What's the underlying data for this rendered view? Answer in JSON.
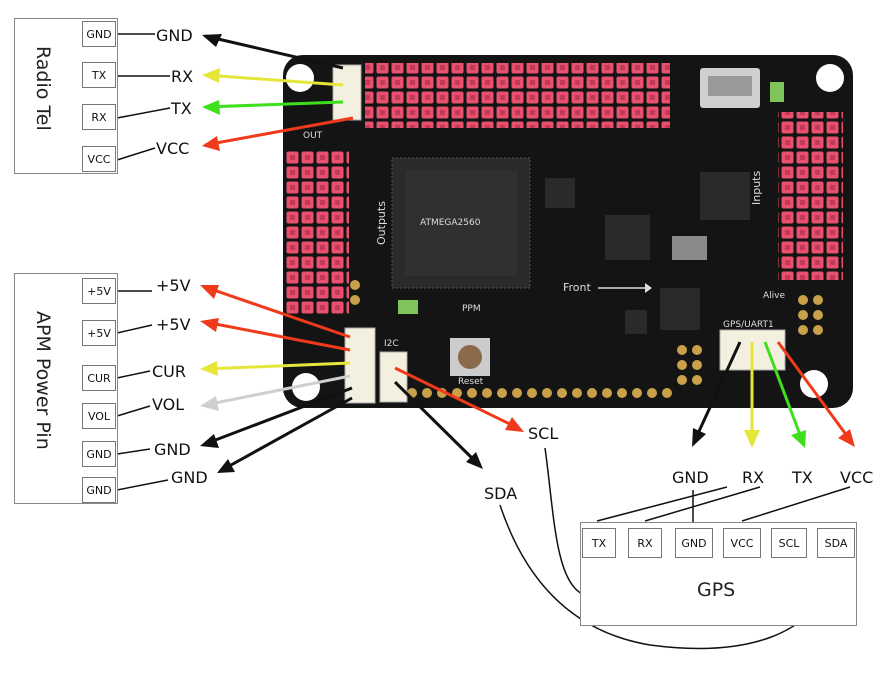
{
  "radio_tel": {
    "title": "Radio Tel",
    "pins": [
      "GND",
      "TX",
      "RX",
      "VCC"
    ],
    "wire_labels": [
      "GND",
      "RX",
      "TX",
      "VCC"
    ]
  },
  "apm_power": {
    "title": "APM Power Pin",
    "pins": [
      "+5V",
      "+5V",
      "CUR",
      "VOL",
      "GND",
      "GND"
    ],
    "wire_labels": [
      "+5V",
      "+5V",
      "CUR",
      "VOL",
      "GND",
      "GND"
    ]
  },
  "gps": {
    "title": "GPS",
    "pins": [
      "TX",
      "RX",
      "GND",
      "VCC",
      "SCL",
      "SDA"
    ],
    "wire_labels": [
      "GND",
      "RX",
      "TX",
      "VCC"
    ]
  },
  "i2c": {
    "scl_label": "SCL",
    "sda_label": "SDA"
  },
  "board_silkscreen": {
    "outputs": "Outputs",
    "inputs": "Inputs",
    "front": "Front",
    "ppm": "PPM",
    "reset": "Reset",
    "alive": "Alive",
    "gps_uart": "GPS/UART1",
    "i2c": "I2C",
    "out": "OUT",
    "chip": "ATMEGA2560"
  },
  "colors": {
    "black": "#111111",
    "yellow": "#e6e63a",
    "green": "#3ee01e",
    "red": "#f03a1c",
    "gray": "#cfcfcf",
    "pin_pink": "#e8506e",
    "board": "#141414"
  }
}
